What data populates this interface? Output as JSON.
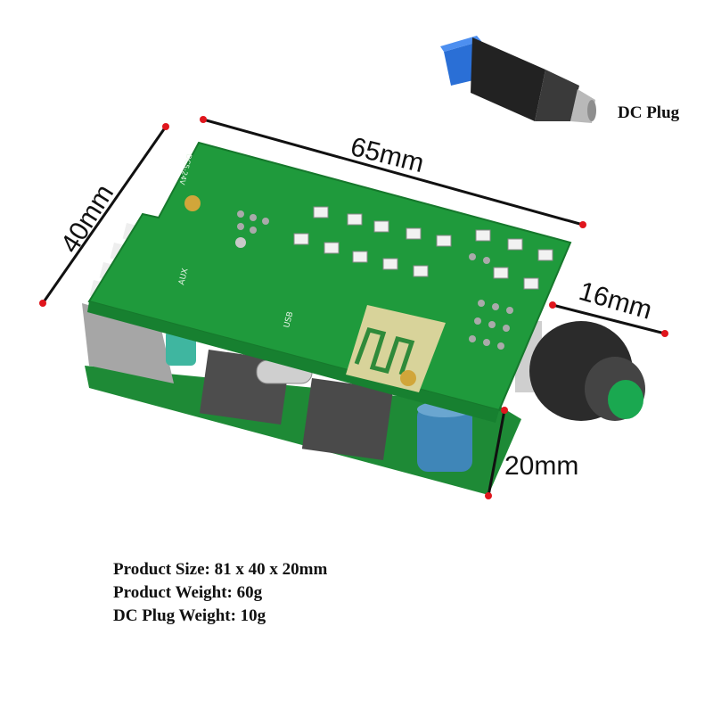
{
  "dimensions": {
    "length": "65mm",
    "width": "40mm",
    "knob_length": "16mm",
    "height": "20mm"
  },
  "dc_plug_label": "DC Plug",
  "specs": [
    "Product Size: 81 x 40 x 20mm",
    "Product Weight: 60g",
    "DC Plug Weight: 10g"
  ],
  "board_silkscreen": {
    "usb": "USB",
    "aux": "AUX",
    "power": "DC5-24V"
  },
  "colors": {
    "pcb": "#1f9a3c",
    "marker": "#e0161d",
    "capacitor": "#3f86b8",
    "knob": "#2b2b2b"
  }
}
